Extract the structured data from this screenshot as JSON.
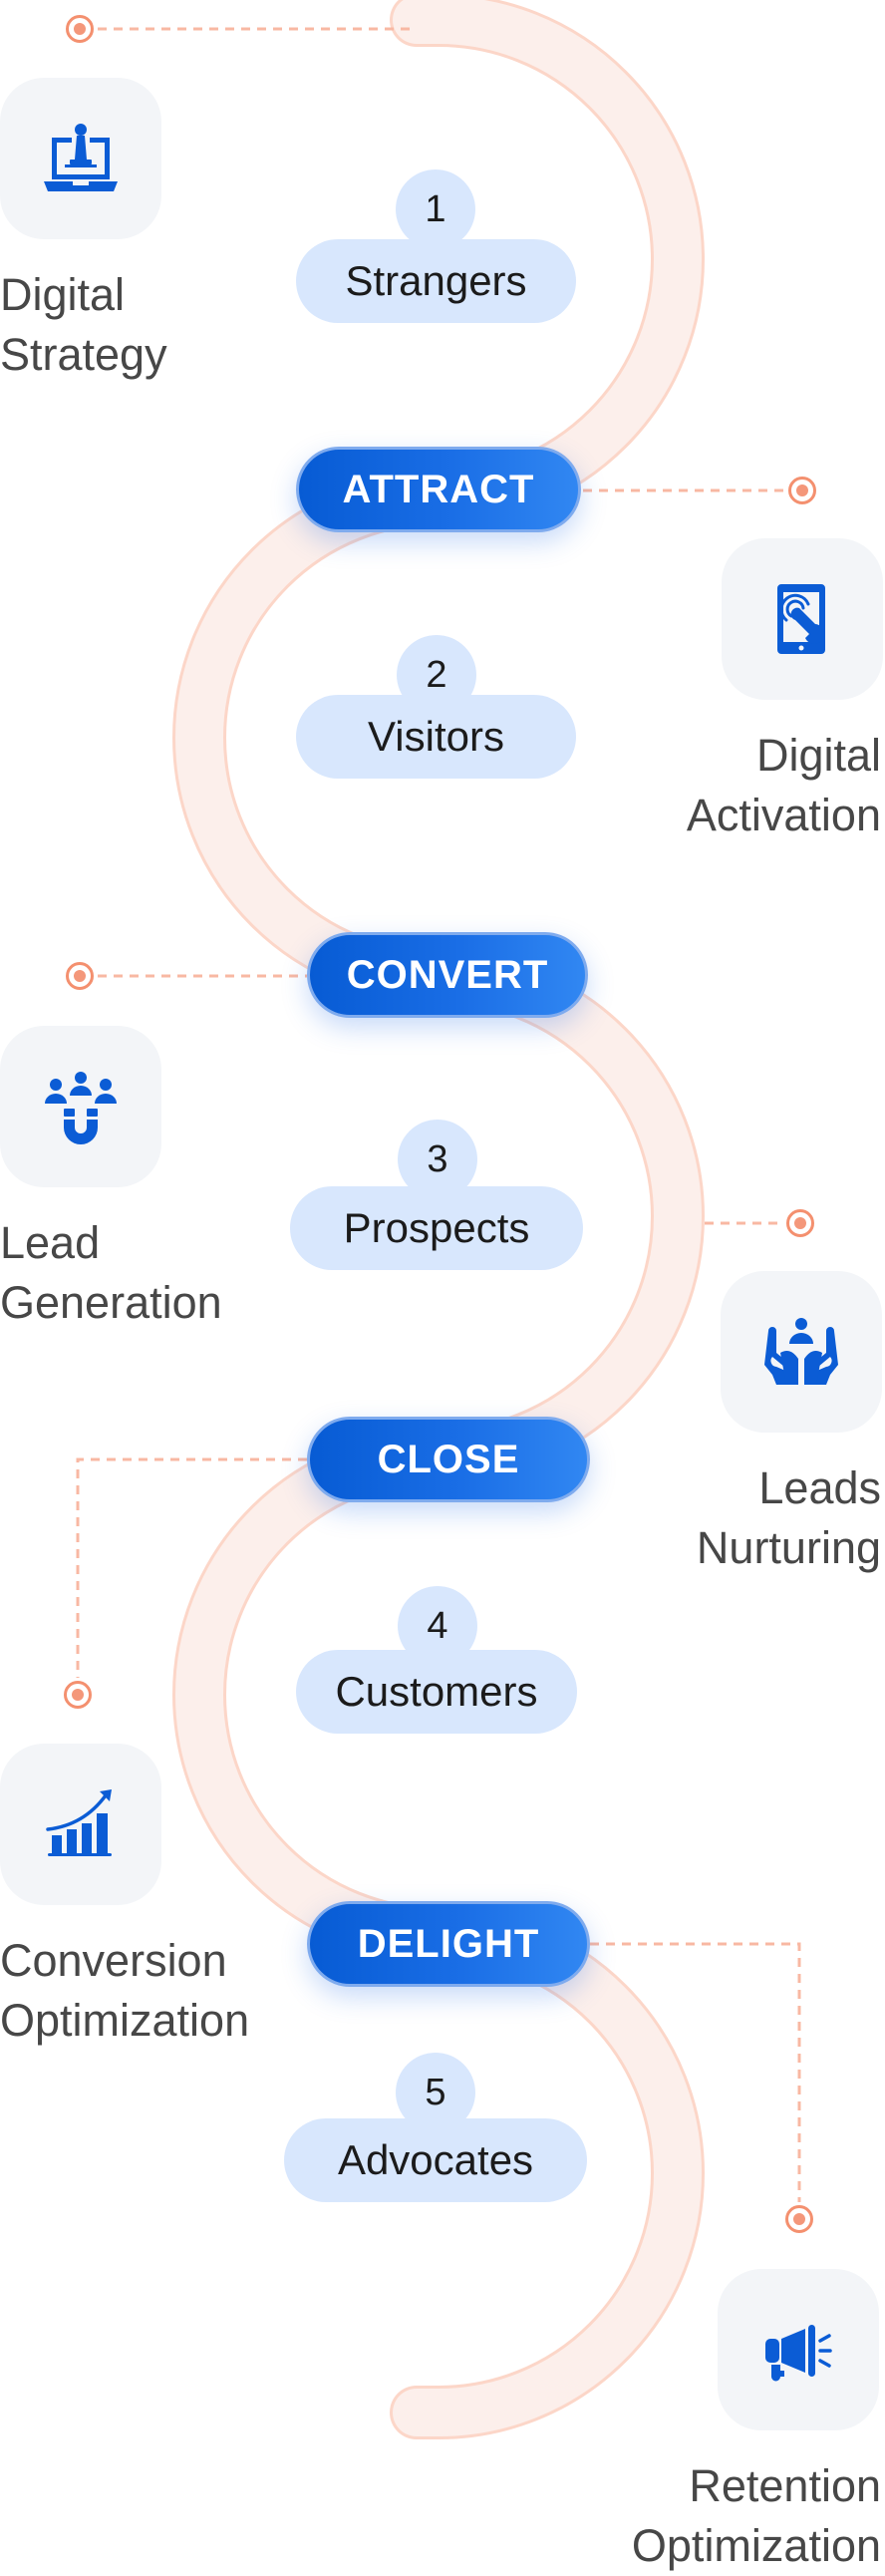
{
  "colors": {
    "accent_blue": "#0b5cd5",
    "stage_gradient_start": "#075bd4",
    "stage_gradient_end": "#3187f2",
    "pill_bg": "#d8e7fd",
    "curve_fill": "#fcefeb",
    "curve_stroke": "#fcd6c8",
    "connector": "#f4977a",
    "label_text": "#474747",
    "icon_box_bg": "#f3f5f8"
  },
  "steps": [
    {
      "number": "1",
      "audience": "Strangers"
    },
    {
      "number": "2",
      "audience": "Visitors"
    },
    {
      "number": "3",
      "audience": "Prospects"
    },
    {
      "number": "4",
      "audience": "Customers"
    },
    {
      "number": "5",
      "audience": "Advocates"
    }
  ],
  "stages": [
    {
      "label": "ATTRACT"
    },
    {
      "label": "CONVERT"
    },
    {
      "label": "CLOSE"
    },
    {
      "label": "DELIGHT"
    }
  ],
  "services": [
    {
      "icon": "laptop-chess-pawn-icon",
      "line1": "Digital",
      "line2": "Strategy"
    },
    {
      "icon": "tablet-touch-icon",
      "line1": "Digital",
      "line2": "Activation"
    },
    {
      "icon": "magnet-people-icon",
      "line1": "Lead",
      "line2": "Generation"
    },
    {
      "icon": "hands-person-icon",
      "line1": "Leads",
      "line2": "Nurturing"
    },
    {
      "icon": "growth-chart-icon",
      "line1": "Conversion",
      "line2": "Optimization"
    },
    {
      "icon": "megaphone-icon",
      "line1": "Retention",
      "line2": "Optimization"
    }
  ]
}
